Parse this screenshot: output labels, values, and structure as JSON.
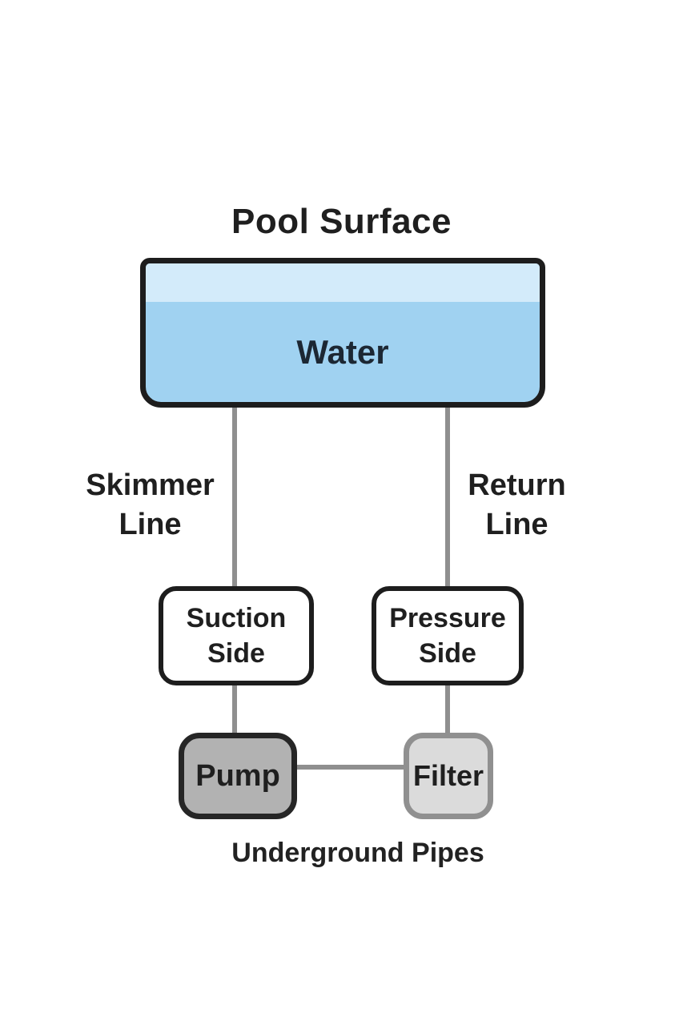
{
  "diagram": {
    "title": "Pool Surface",
    "pool": {
      "water_label": "Water"
    },
    "pipes": {
      "skimmer_label": "Skimmer\nLine",
      "return_label": "Return\nLine",
      "underground_label": "Underground Pipes"
    },
    "nodes": {
      "suction": "Suction\nSide",
      "pressure": "Pressure\nSide",
      "pump": "Pump",
      "filter": "Filter"
    },
    "colors": {
      "background": "#ffffff",
      "water_surface_band": "#d3ebfa",
      "water_body": "#a0d2f1",
      "pool_border": "#1d1d1d",
      "pipe_gray": "#8f8f8f",
      "node_border_dark": "#1d1d1d",
      "pump_fill": "#b2b2b2",
      "pump_border": "#262626",
      "filter_fill": "#dbdbdb",
      "filter_border": "#909090",
      "text": "#1f1f1f"
    }
  }
}
